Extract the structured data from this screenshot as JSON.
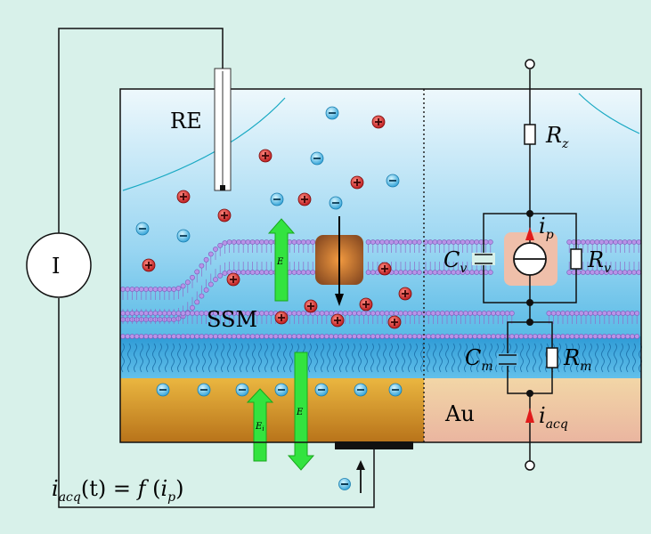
{
  "colors": {
    "background": "#d8f1ea",
    "electrolyte_top": "#e9f6fb",
    "electrolyte_bottom": "#3bb0e3",
    "gold_top": "#e7b038",
    "gold_bottom": "#b87419",
    "cation": "#cc2a2a",
    "anion": "#2fa4d7",
    "lipid_head": "#b894e8",
    "field_arrow": "#33e33f",
    "pump": "#a15f2e",
    "circuit_highlight": "#efbfaa"
  },
  "labels": {
    "reference_electrode": "RE",
    "membrane": "SSM",
    "ammeter": "I",
    "gold": "Au",
    "field_membrane": "E",
    "field_electrode": "E",
    "field_electrode_sub": "i",
    "field_long": "E"
  },
  "equation": {
    "i": "i",
    "acq": "acq",
    "t_part": "(t) = ",
    "f": "f",
    "open": " (",
    "ip_i": "i",
    "ip_sub": "p",
    "close": ")"
  },
  "circuit": {
    "rz": {
      "letter": "R",
      "sub": "z"
    },
    "ip": {
      "letter": "i",
      "sub": "p"
    },
    "cv": {
      "letter": "C",
      "sub": "v"
    },
    "rv": {
      "letter": "R",
      "sub": "v"
    },
    "cm": {
      "letter": "C",
      "sub": "m"
    },
    "rm": {
      "letter": "R",
      "sub": "m"
    },
    "iacq": {
      "letter": "i",
      "sub": "acq"
    }
  },
  "icons": {
    "cation": "plus-ion-icon",
    "anion": "minus-ion-icon",
    "ammeter": "ammeter-icon",
    "current_source": "current-source-icon",
    "pump": "ion-pump-icon"
  }
}
